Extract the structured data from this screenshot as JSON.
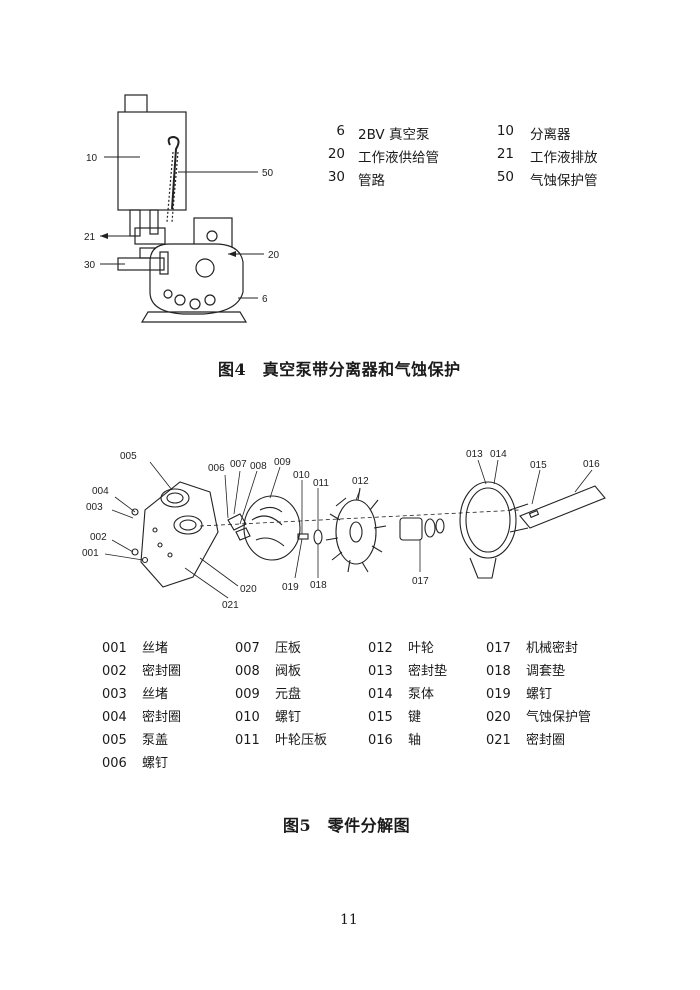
{
  "figure4": {
    "callouts": {
      "c10": "10",
      "c50": "50",
      "c21": "21",
      "c20": "20",
      "c30": "30",
      "c6": "6"
    },
    "legend": [
      {
        "num": "6",
        "label": "2BV 真空泵"
      },
      {
        "num": "10",
        "label": "分离器"
      },
      {
        "num": "20",
        "label": "工作液供给管"
      },
      {
        "num": "21",
        "label": "工作液排放"
      },
      {
        "num": "30",
        "label": "管路"
      },
      {
        "num": "50",
        "label": "气蚀保护管"
      }
    ],
    "caption": "图4　真空泵带分离器和气蚀保护"
  },
  "figure5": {
    "callouts": {
      "p005": "005",
      "p004": "004",
      "p003": "003",
      "p002": "002",
      "p001": "001",
      "p006": "006",
      "p007": "007",
      "p008": "008",
      "p009": "009",
      "p010": "010",
      "p011": "011",
      "p012": "012",
      "p013": "013",
      "p014": "014",
      "p015": "015",
      "p016": "016",
      "p017": "017",
      "p018": "018",
      "p019": "019",
      "p020": "020",
      "p021": "021"
    },
    "parts_columns": [
      [
        {
          "code": "001",
          "name": "丝堵"
        },
        {
          "code": "002",
          "name": "密封圈"
        },
        {
          "code": "003",
          "name": "丝堵"
        },
        {
          "code": "004",
          "name": "密封圈"
        },
        {
          "code": "005",
          "name": "泵盖"
        },
        {
          "code": "006",
          "name": "螺钉"
        }
      ],
      [
        {
          "code": "007",
          "name": "压板"
        },
        {
          "code": "008",
          "name": "阀板"
        },
        {
          "code": "009",
          "name": "元盘"
        },
        {
          "code": "010",
          "name": "螺钉"
        },
        {
          "code": "011",
          "name": "叶轮压板"
        }
      ],
      [
        {
          "code": "012",
          "name": "叶轮"
        },
        {
          "code": "013",
          "name": "密封垫"
        },
        {
          "code": "014",
          "name": "泵体"
        },
        {
          "code": "015",
          "name": "键"
        },
        {
          "code": "016",
          "name": "轴"
        }
      ],
      [
        {
          "code": "017",
          "name": "机械密封"
        },
        {
          "code": "018",
          "name": "调套垫"
        },
        {
          "code": "019",
          "name": "螺钉"
        },
        {
          "code": "020",
          "name": "气蚀保护管"
        },
        {
          "code": "021",
          "name": "密封圈"
        }
      ]
    ],
    "caption": "图5　零件分解图"
  },
  "page_number": "11"
}
